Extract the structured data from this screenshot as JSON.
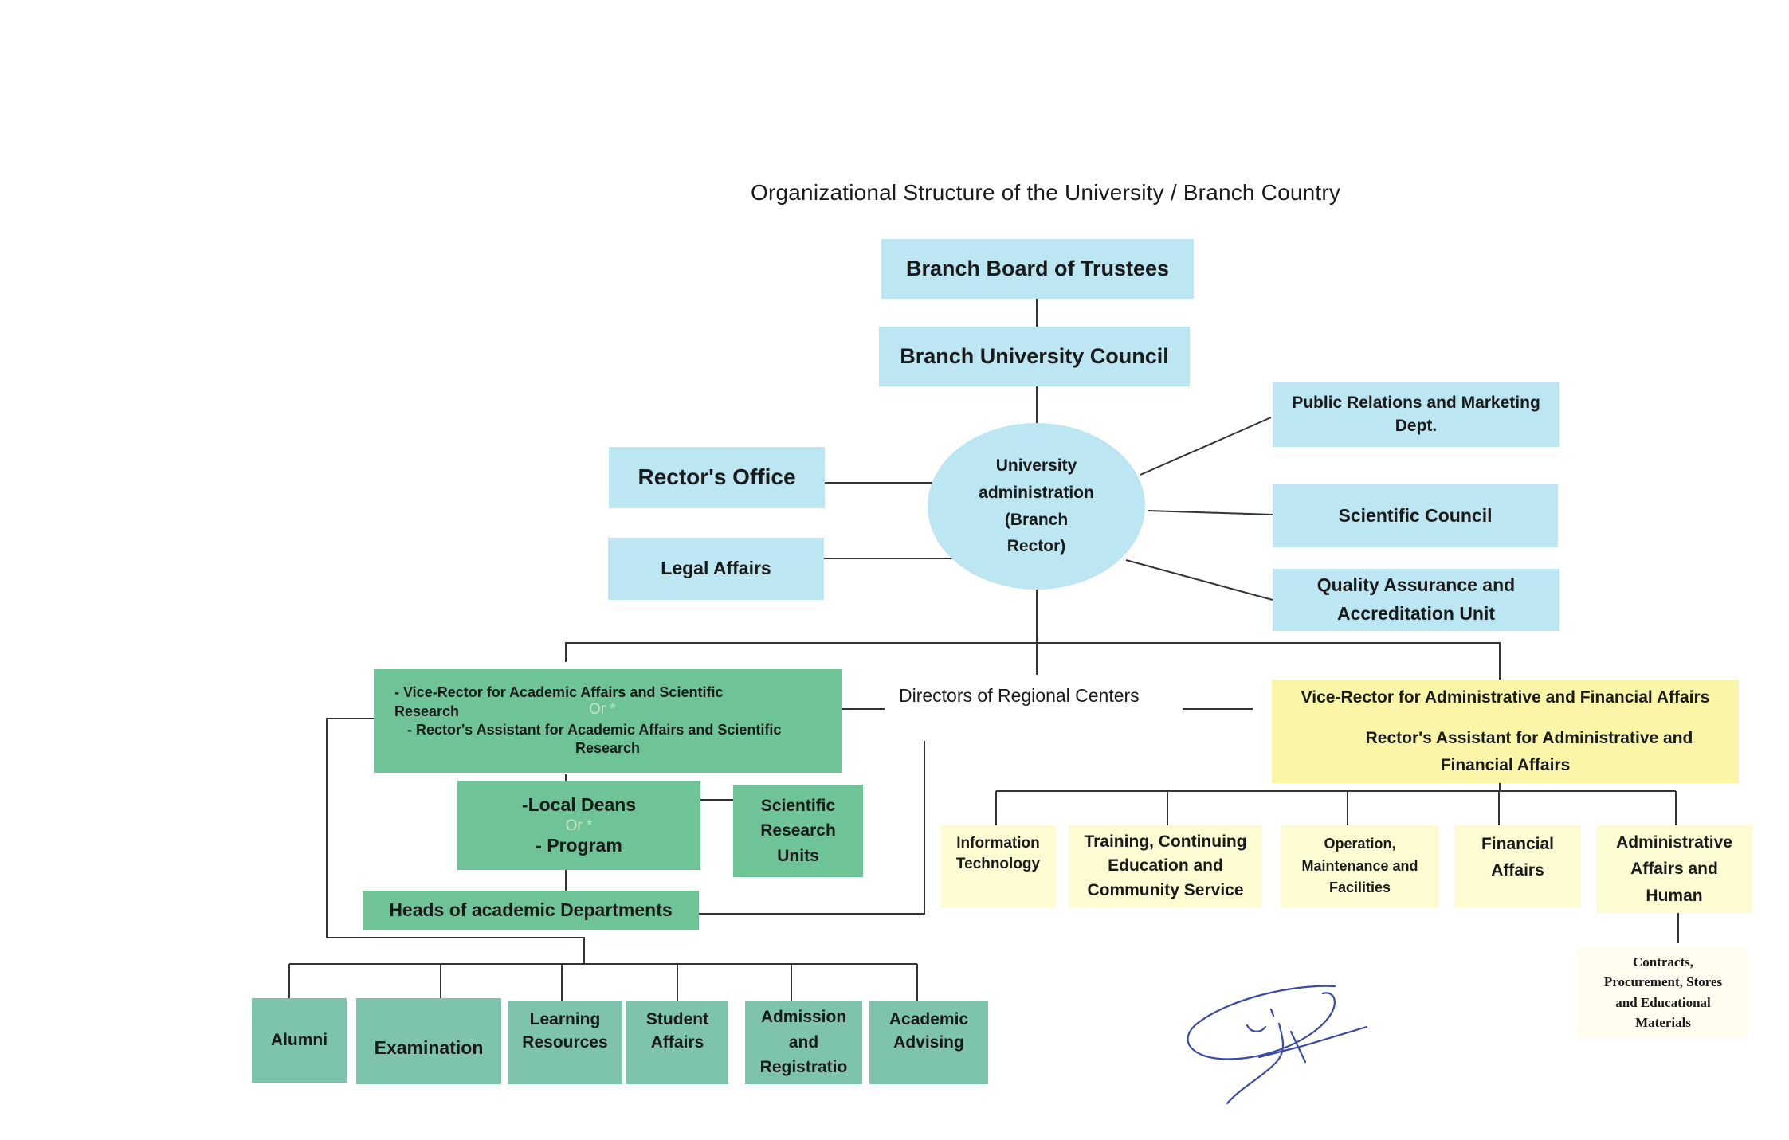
{
  "title": "Organizational Structure of the University / Branch Country",
  "board": "Branch Board of Trustees",
  "council": "Branch University Council",
  "administration": [
    "University",
    "administration",
    "(Branch",
    "Rector)"
  ],
  "rectors_office": "Rector's Office",
  "legal_affairs": "Legal Affairs",
  "pr_marketing": [
    "Public Relations and Marketing",
    "Dept."
  ],
  "scientific_council": "Scientific Council",
  "quality_assurance": [
    "Quality Assurance and",
    "Accreditation Unit"
  ],
  "directors_regional": "Directors of Regional Centers",
  "vice_rector_academic": {
    "line1": "- Vice-Rector for Academic Affairs and Scientific",
    "line2": "Research",
    "or": "Or *",
    "line3": "- Rector's Assistant for Academic Affairs and Scientific",
    "line4": "Research"
  },
  "local_deans": {
    "line1": "-Local Deans",
    "or": "Or *",
    "line2": "- Program"
  },
  "scientific_research_units": [
    "Scientific",
    "Research",
    "Units"
  ],
  "heads_departments": "Heads of academic Departments",
  "academic_units": [
    [
      "Alumni"
    ],
    [
      "Examination"
    ],
    [
      "Learning",
      "Resources"
    ],
    [
      "Student",
      "Affairs"
    ],
    [
      "Admission",
      "and",
      "Registratio"
    ],
    [
      "Academic",
      "Advising"
    ]
  ],
  "vice_rector_admin": {
    "line1": "Vice-Rector for Administrative and Financial Affairs",
    "line2": "Rector's Assistant for Administrative and",
    "line3": "Financial Affairs"
  },
  "admin_units": [
    [
      "Information",
      "Technology"
    ],
    [
      "Training, Continuing",
      "Education and",
      "Community Service"
    ],
    [
      "Operation,",
      "Maintenance and",
      "Facilities"
    ],
    [
      "Financial",
      "Affairs"
    ],
    [
      "Administrative",
      "Affairs and",
      "Human"
    ]
  ],
  "contracts": [
    "Contracts,",
    "Procurement, Stores",
    "and Educational",
    "Materials"
  ],
  "colors": {
    "blue": "#bde6f3",
    "green": "#6fc497",
    "teal": "#7ec4ad",
    "yellow": "#fbf5a7",
    "pale": "#fdfbd2",
    "line": "#333333"
  }
}
